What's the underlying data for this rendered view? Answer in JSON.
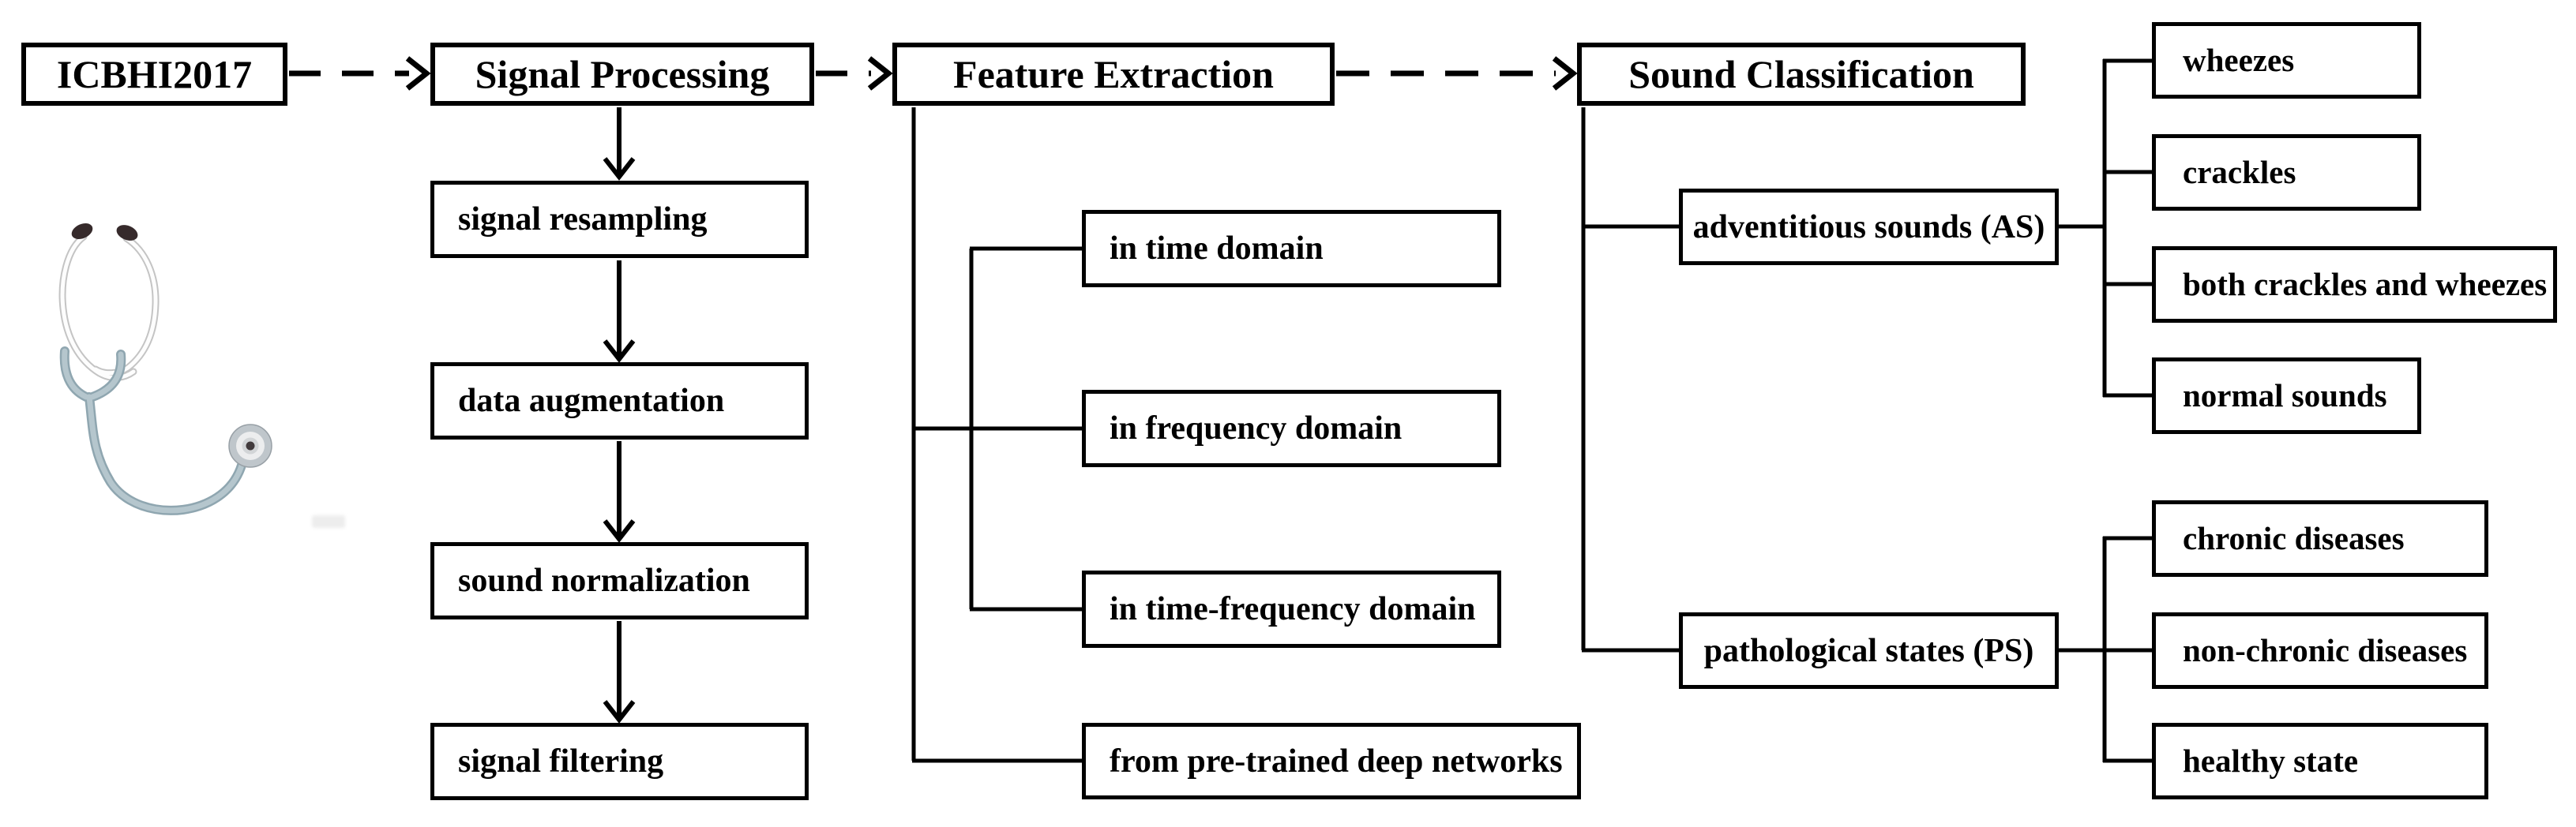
{
  "figure": {
    "source": "ICBHI2017",
    "stage_signal_processing": "Signal Processing",
    "stage_feature_extraction": "Feature Extraction",
    "stage_sound_classification": "Sound Classification",
    "signal_processing_steps": [
      "signal resampling",
      "data augmentation",
      "sound normalization",
      "signal filtering"
    ],
    "feature_extraction_methods": [
      "in time domain",
      "in frequency domain",
      "in time-frequency domain",
      "from pre-trained deep networks"
    ],
    "classification": {
      "adventitious_label": "adventitious sounds (AS)",
      "adventitious_children": [
        "wheezes",
        "crackles",
        "both crackles and wheezes",
        "normal sounds"
      ],
      "pathological_label": "pathological states (PS)",
      "pathological_children": [
        "chronic diseases",
        "non-chronic diseases",
        "healthy state"
      ]
    }
  },
  "colors": {
    "line": "#000000",
    "background": "#ffffff",
    "stethoscope_tube": "#a9bcc5",
    "stethoscope_tube_edge": "#8fa6b0",
    "stethoscope_ear_tip": "#362a2b",
    "stethoscope_chest_outer": "#bfc6cb",
    "stethoscope_chest_center": "#423b3d"
  }
}
